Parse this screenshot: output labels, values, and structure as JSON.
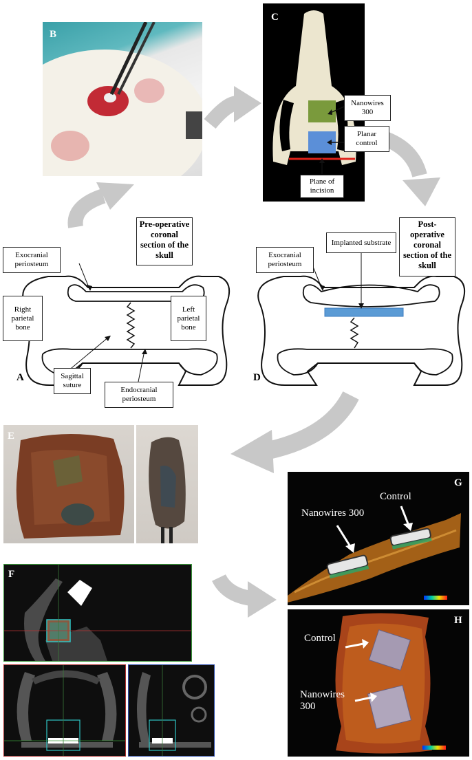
{
  "panels": {
    "A": "A",
    "B": "B",
    "C": "C",
    "D": "D",
    "E": "E",
    "F": "F",
    "G": "G",
    "H": "H"
  },
  "panel_c": {
    "nanowires_label": "Nanowires 300",
    "planar_label": "Planar control",
    "incision_label": "Plane of incision"
  },
  "panel_a": {
    "title": "Pre-operative coronal section of the skull",
    "exocranial": "Exocranial periosteum",
    "right_parietal": "Right parietal bone",
    "left_parietal": "Left parietal bone",
    "sagittal": "Sagittal suture",
    "endocranial": "Endocranial periosteum"
  },
  "panel_d": {
    "title": "Post-operative coronal section of the skull",
    "exocranial": "Exocranial periosteum",
    "implanted": "Implanted substrate"
  },
  "panel_g": {
    "nanowires_label": "Nanowires 300",
    "control_label": "Control"
  },
  "panel_h": {
    "control_label": "Control",
    "nanowires_label": "Nanowires 300"
  },
  "colors": {
    "arrow_gray": "#c8c8c8",
    "nanowire_green": "#7a9a3c",
    "planar_blue": "#5b8fd8",
    "incision_red": "#e0231a",
    "substrate_blue": "#5b9bd5"
  }
}
